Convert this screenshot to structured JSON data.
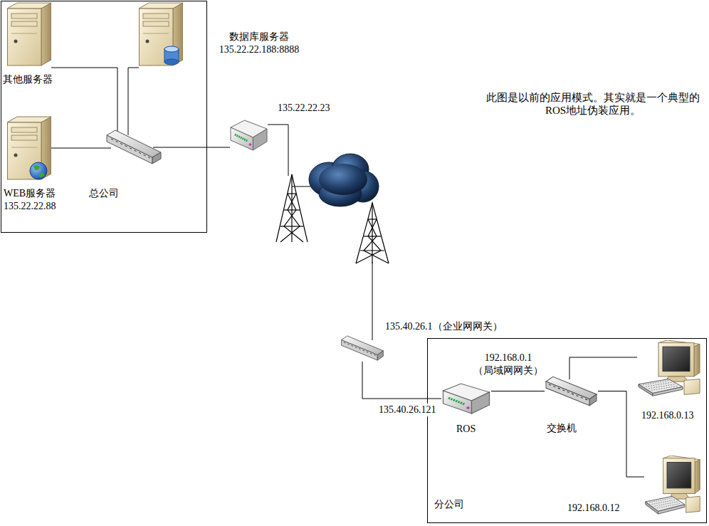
{
  "diagram": {
    "nodes": [
      {
        "text": [
          "总公司"
        ]
      },
      {
        "text": [
          "其他服务器"
        ],
        "in": 0
      },
      {
        "text": [
          "数据库服务器 135.22.22.188:8888"
        ],
        "in": 0
      },
      {
        "text": [
          "WEB服务器 135.22.22.88"
        ],
        "in": 0
      },
      {
        "text": [
          "135.22.22.23"
        ]
      },
      {
        "text": [
          "135.40.26.1（企业网网关）"
        ]
      },
      {
        "text": [
          "分公司"
        ]
      },
      {
        "text": [
          "ROS"
        ],
        "in": 6
      },
      {
        "text": [
          "交换机"
        ],
        "in": 6
      },
      {
        "text": [
          "192.168.0.13"
        ],
        "in": 6
      },
      {
        "text": [
          "192.168.0.12"
        ],
        "in": 6
      }
    ],
    "edges": [
      {
        "from": 5,
        "to": 7,
        "arrow": "none",
        "label": "135.40.26.121"
      },
      {
        "from": 7,
        "to": 8,
        "arrow": "none",
        "label": "192.168.0.1 （局域网网关）"
      },
      {
        "from": 8,
        "to": 9,
        "arrow": "none"
      },
      {
        "from": 8,
        "to": 10,
        "arrow": "none"
      }
    ],
    "labels": [
      "此图是以前的应用模式。其实就是一个典型的 ROS地址伪装应用。"
    ]
  }
}
